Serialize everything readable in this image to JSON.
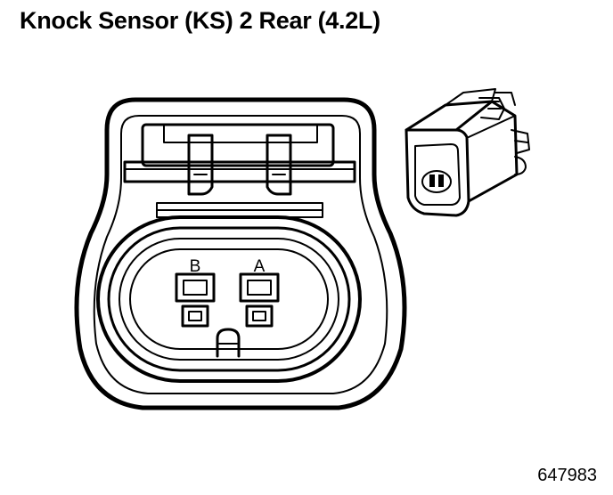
{
  "title": "Knock Sensor (KS) 2 Rear (4.2L)",
  "figure_id": "647983",
  "connector": {
    "pin_labels": {
      "left": "B",
      "right": "A"
    }
  },
  "colors": {
    "line": "#000000",
    "background": "#ffffff"
  }
}
